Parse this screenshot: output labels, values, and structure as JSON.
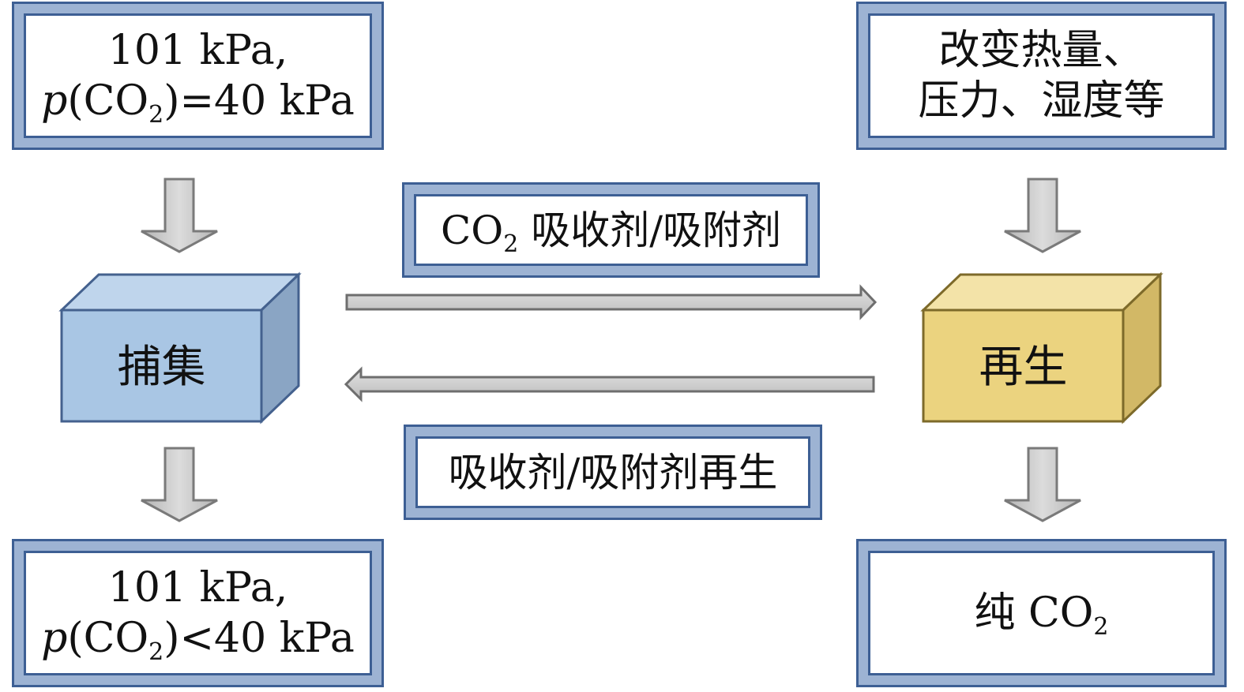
{
  "top_left": {
    "line1": "101 kPa,",
    "line2_var": "p",
    "line2_open": "(CO",
    "line2_sub": "2",
    "line2_rest": ")=40 kPa"
  },
  "top_right": {
    "line1": "改变热量、",
    "line2": "压力、湿度等"
  },
  "bottom_left": {
    "line1": "101 kPa,",
    "line2_var": "p",
    "line2_open": "(CO",
    "line2_sub": "2",
    "line2_rest": ")<40 kPa"
  },
  "bottom_right": {
    "prefix": "纯 CO",
    "sub": "2"
  },
  "upper_label": {
    "prefix": "CO",
    "sub": "2",
    "rest": " 吸收剂/吸附剂"
  },
  "lower_label": {
    "text": "吸收剂/吸附剂再生"
  },
  "capture_box": {
    "label": "捕集"
  },
  "regen_box": {
    "label": "再生"
  },
  "colors": {
    "frame_outer": "#9db3d3",
    "frame_border": "#3d5f94",
    "capture_front": "#a9c6e4",
    "regen_front": "#ebd37f",
    "arrow_fill": "#c8c8c8"
  }
}
